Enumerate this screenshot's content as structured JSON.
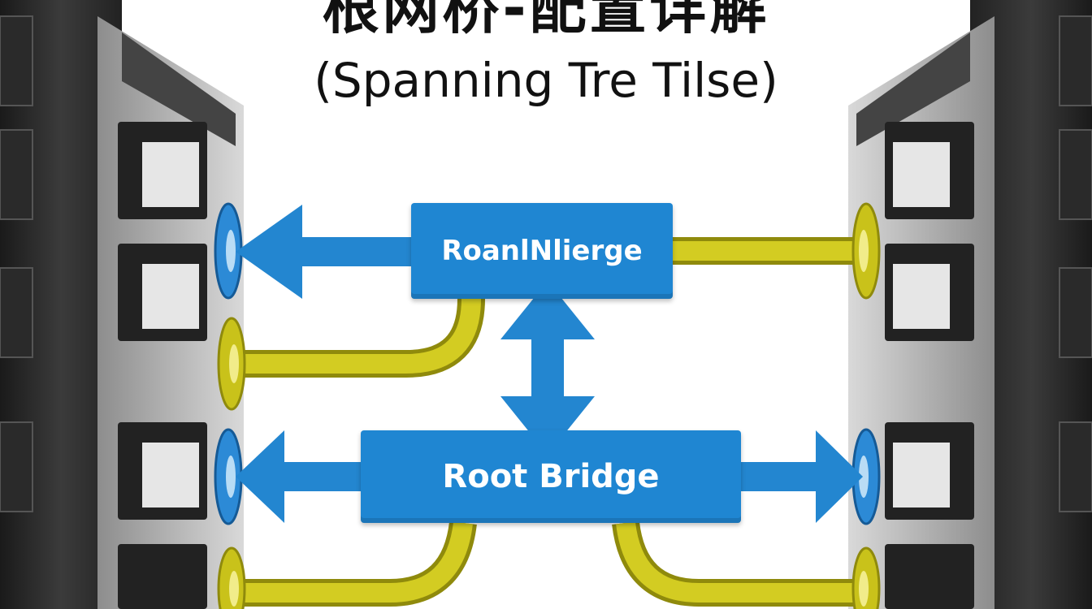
{
  "title": {
    "chinese": "根网桥-配置详解",
    "english": "(Spanning Tre Tilse)"
  },
  "bridges": {
    "upper_label": "RoanlNlierge",
    "root_label": "Root Bridge"
  },
  "colors": {
    "bridge_blue": "#1f86d2",
    "cable_yellow": "#c9c21a",
    "port_blue": "#2c8ad6",
    "rack_gray": "#3a3a3a",
    "background": "#ffffff"
  }
}
